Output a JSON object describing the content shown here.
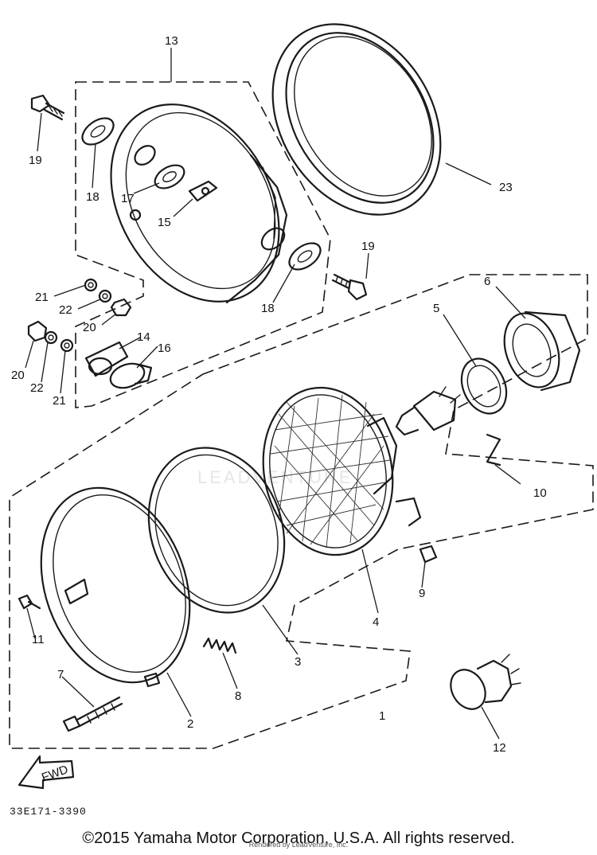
{
  "diagram": {
    "watermark": "LEADVENTURE",
    "drawing_code": "33E171-3390",
    "direction_arrow_label": "FWD",
    "copyright": "©2015 Yamaha Motor Corporation, U.S.A. All rights reserved.",
    "credit": "Rendered by LeadVenture, Inc."
  },
  "callouts": {
    "c1": "1",
    "c2": "2",
    "c3": "3",
    "c4": "4",
    "c5": "5",
    "c6": "6",
    "c7": "7",
    "c8": "8",
    "c9": "9",
    "c10": "10",
    "c11": "11",
    "c12": "12",
    "c13": "13",
    "c14": "14",
    "c15": "15",
    "c16": "16",
    "c17": "17",
    "c18a": "18",
    "c18b": "18",
    "c19a": "19",
    "c19b": "19",
    "c20a": "20",
    "c20b": "20",
    "c21a": "21",
    "c21b": "21",
    "c22a": "22",
    "c22b": "22",
    "c23": "23"
  }
}
